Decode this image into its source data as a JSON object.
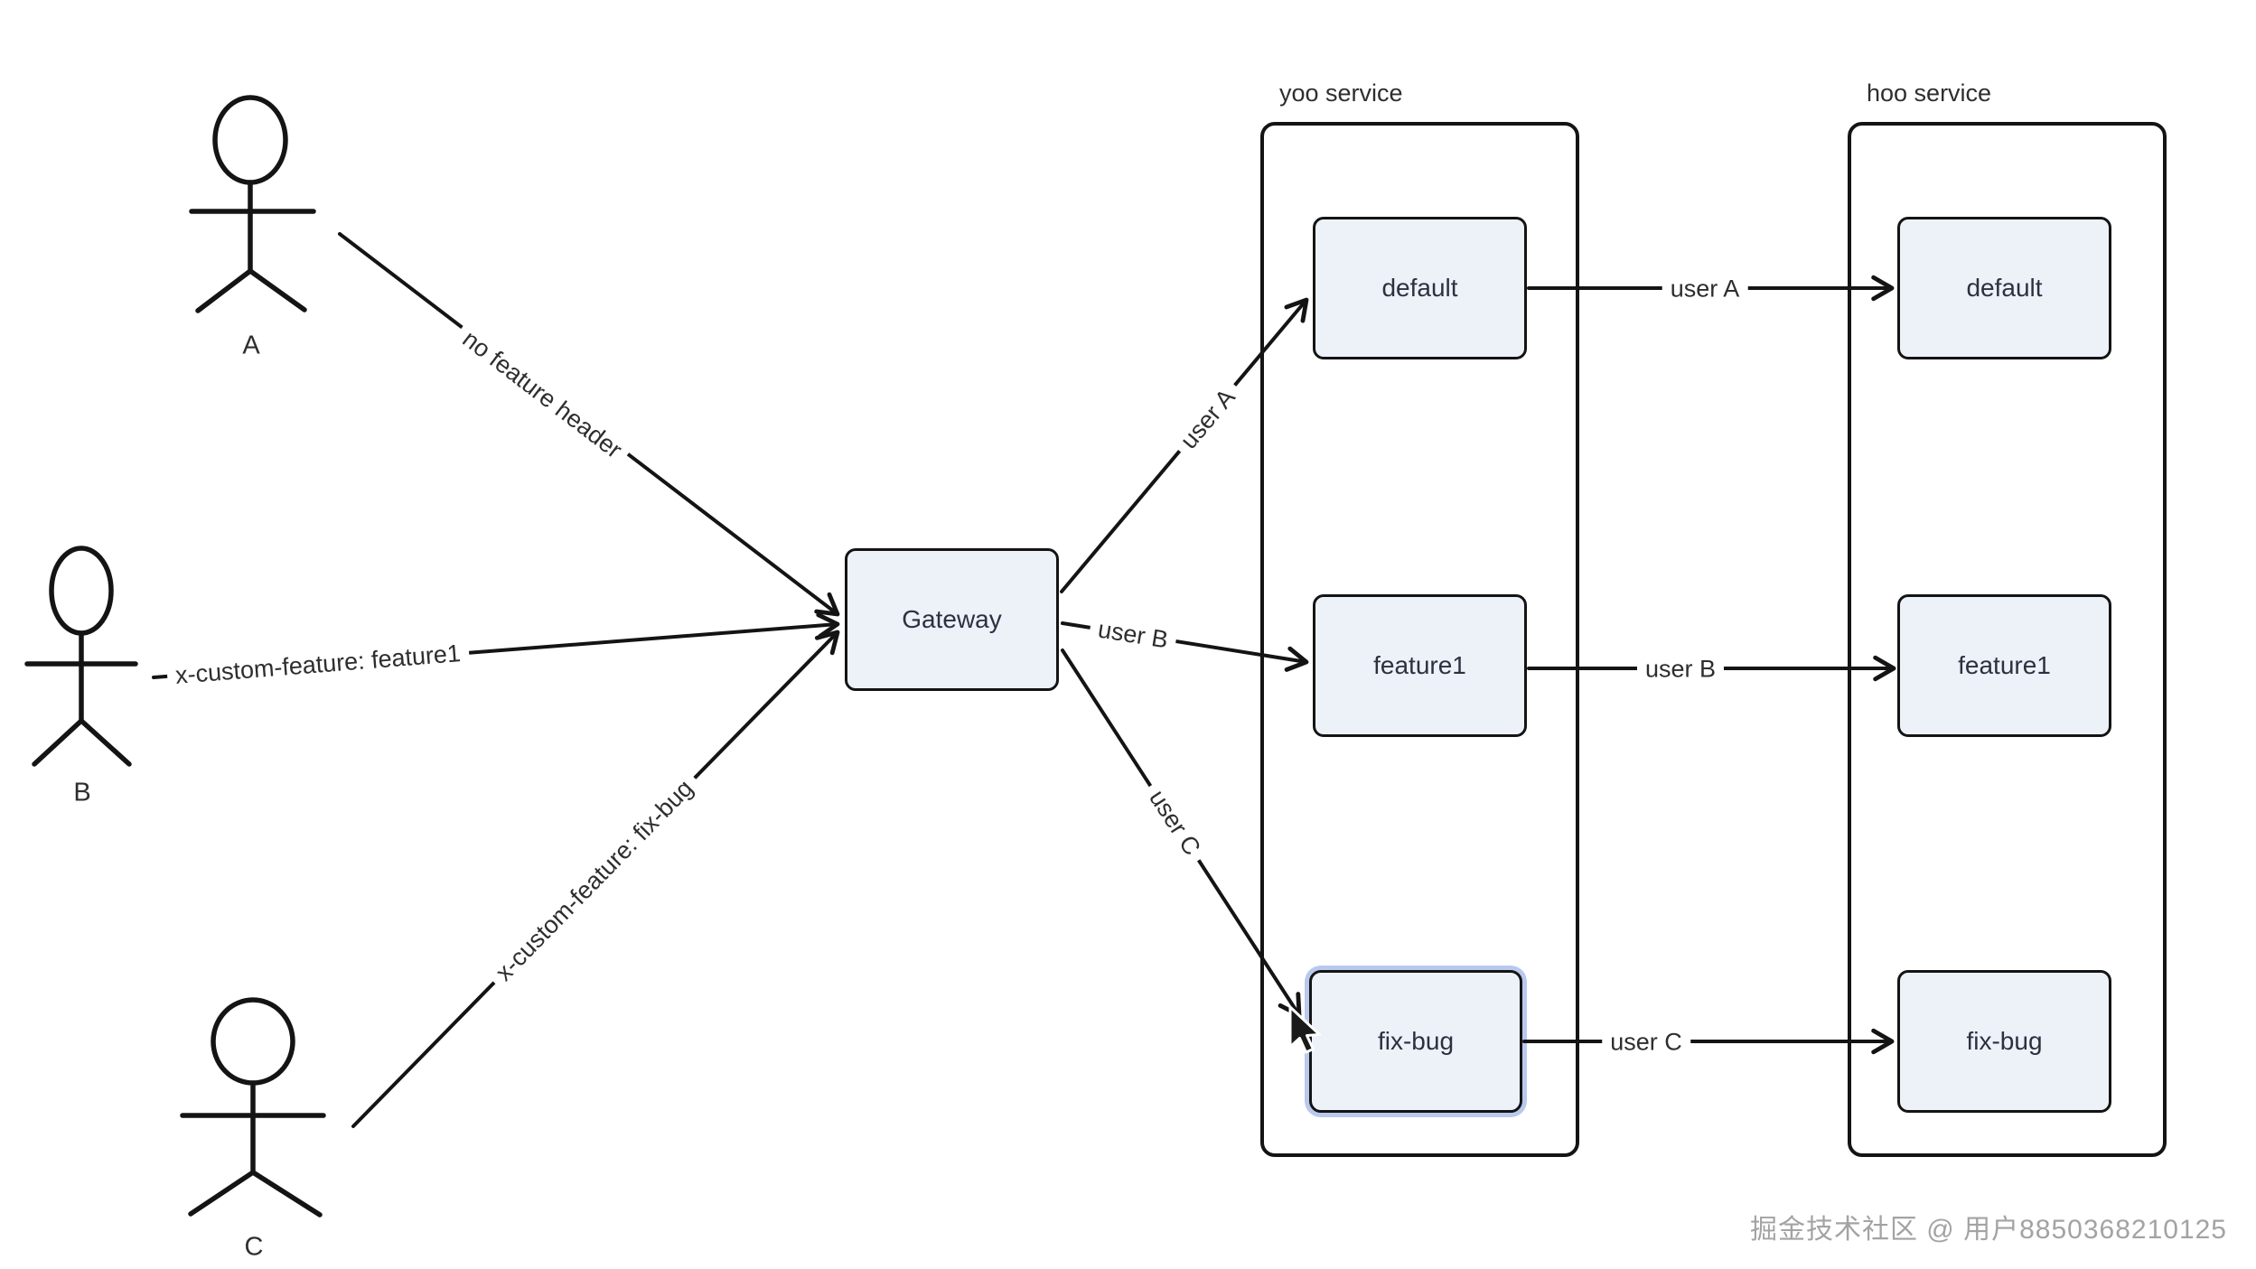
{
  "diagram": {
    "actors": [
      {
        "label": "A",
        "request_label": "no feature header"
      },
      {
        "label": "B",
        "request_label": "x-custom-feature: feature1"
      },
      {
        "label": "C",
        "request_label": "x-custom-feature: fix-bug"
      }
    ],
    "gateway": {
      "label": "Gateway"
    },
    "routes_from_gateway": [
      {
        "label": "user A",
        "target": "default"
      },
      {
        "label": "user B",
        "target": "feature1"
      },
      {
        "label": "user C",
        "target": "fix-bug"
      }
    ],
    "services": [
      {
        "title": "yoo service",
        "nodes": [
          {
            "label": "default",
            "selected": false
          },
          {
            "label": "feature1",
            "selected": false
          },
          {
            "label": "fix-bug",
            "selected": true
          }
        ]
      },
      {
        "title": "hoo service",
        "nodes": [
          {
            "label": "default",
            "selected": false
          },
          {
            "label": "feature1",
            "selected": false
          },
          {
            "label": "fix-bug",
            "selected": false
          }
        ]
      }
    ],
    "service_links": [
      {
        "label": "user A"
      },
      {
        "label": "user B"
      },
      {
        "label": "user C"
      }
    ]
  },
  "watermark": "掘金技术社区 @ 用户8850368210125",
  "colors": {
    "stroke": "#141414",
    "node_fill": "#edf1f8",
    "node_text": "#2c3140",
    "label_text": "#2e2e2e",
    "selection": "#b9c9ee",
    "watermark": "#a3a3a3",
    "background": "#ffffff"
  }
}
